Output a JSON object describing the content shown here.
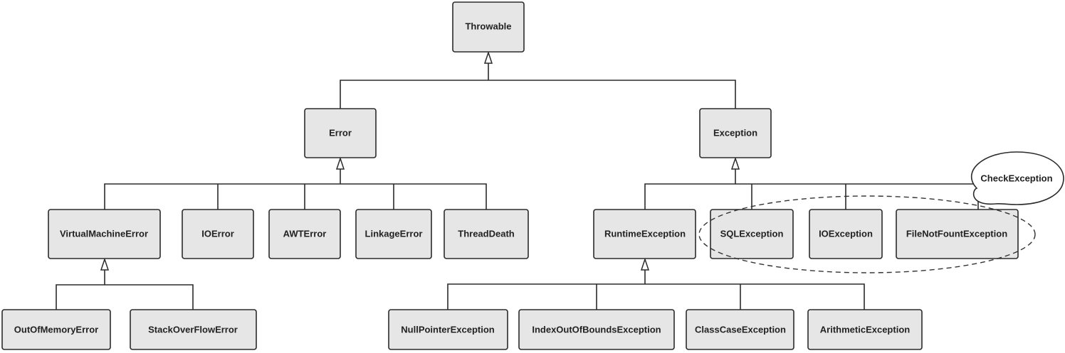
{
  "diagram": {
    "nodes": {
      "throwable": "Throwable",
      "error": "Error",
      "exception": "Exception",
      "virtual_machine_error": "VirtualMachineError",
      "io_error": "IOError",
      "awt_error": "AWTError",
      "linkage_error": "LinkageError",
      "thread_death": "ThreadDeath",
      "out_of_memory_error": "OutOfMemoryError",
      "stack_overflow_error": "StackOverFlowError",
      "runtime_exception": "RuntimeException",
      "sql_exception": "SQLException",
      "io_exception": "IOException",
      "file_not_fount_exception": "FileNotFountException",
      "null_pointer_exception": "NullPointerException",
      "index_out_of_bounds_exception": "IndexOutOfBoundsException",
      "class_case_exception": "ClassCaseException",
      "arithmetic_exception": "ArithmeticException"
    },
    "callout": "CheckException",
    "inheritance": [
      {
        "parent": "Throwable",
        "children": [
          "Error",
          "Exception"
        ]
      },
      {
        "parent": "Error",
        "children": [
          "VirtualMachineError",
          "IOError",
          "AWTError",
          "LinkageError",
          "ThreadDeath"
        ]
      },
      {
        "parent": "VirtualMachineError",
        "children": [
          "OutOfMemoryError",
          "StackOverFlowError"
        ]
      },
      {
        "parent": "Exception",
        "children": [
          "RuntimeException",
          "SQLException",
          "IOException",
          "FileNotFountException"
        ]
      },
      {
        "parent": "RuntimeException",
        "children": [
          "NullPointerException",
          "IndexOutOfBoundsException",
          "ClassCaseException",
          "ArithmeticException"
        ]
      }
    ]
  }
}
